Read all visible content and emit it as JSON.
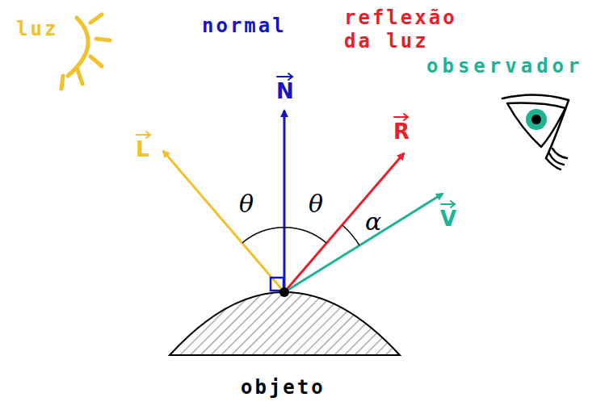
{
  "diagram": {
    "labels": [
      "luz",
      "normal",
      "reflexão da luz",
      "observador",
      "N",
      "L",
      "R",
      "V",
      "θ",
      "θ",
      "α",
      "objeto"
    ]
  }
}
